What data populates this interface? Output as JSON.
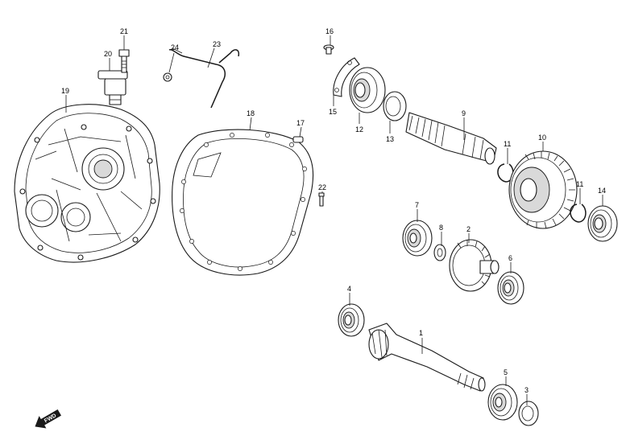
{
  "callouts": [
    {
      "id": "c1",
      "label": "1"
    },
    {
      "id": "c2",
      "label": "2"
    },
    {
      "id": "c3",
      "label": "3"
    },
    {
      "id": "c4",
      "label": "4"
    },
    {
      "id": "c5",
      "label": "5"
    },
    {
      "id": "c6",
      "label": "6"
    },
    {
      "id": "c7",
      "label": "7"
    },
    {
      "id": "c8",
      "label": "8"
    },
    {
      "id": "c9",
      "label": "9"
    },
    {
      "id": "c10",
      "label": "10"
    },
    {
      "id": "c11a",
      "label": "11"
    },
    {
      "id": "c11b",
      "label": "11"
    },
    {
      "id": "c12",
      "label": "12"
    },
    {
      "id": "c13",
      "label": "13"
    },
    {
      "id": "c14",
      "label": "14"
    },
    {
      "id": "c15",
      "label": "15"
    },
    {
      "id": "c16",
      "label": "16"
    },
    {
      "id": "c17",
      "label": "17"
    },
    {
      "id": "c18",
      "label": "18"
    },
    {
      "id": "c19",
      "label": "19"
    },
    {
      "id": "c20",
      "label": "20"
    },
    {
      "id": "c21",
      "label": "21"
    },
    {
      "id": "c22",
      "label": "22"
    },
    {
      "id": "c23",
      "label": "23"
    },
    {
      "id": "c24",
      "label": "24"
    }
  ],
  "fwd_label": "FWD"
}
